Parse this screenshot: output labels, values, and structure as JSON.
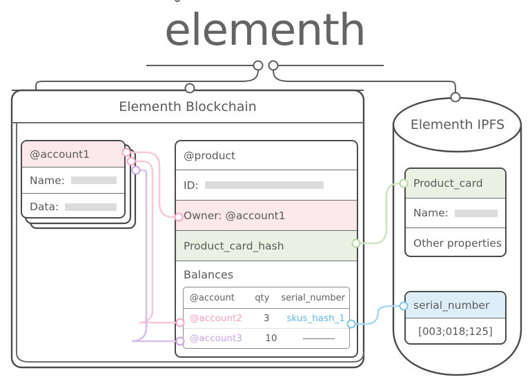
{
  "logo": {
    "text_before": "",
    "letter_e": "e",
    "text_after": "lementh",
    "full": "elementh",
    "dot_icon": "dot-above-e"
  },
  "blockchain": {
    "title": "Elementh Blockchain",
    "account_card": {
      "header": "@account1",
      "rows": [
        {
          "label": "Name:",
          "value_bar_width": 80
        },
        {
          "label": "Data:",
          "value_bar_width": 80
        }
      ],
      "stack_count": 3
    },
    "product_card": {
      "header": "@product",
      "id_label": "ID:",
      "id_bar_width": 172,
      "owner": "Owner: @account1",
      "hash": "Product_card_hash",
      "balances_label": "Balances",
      "balances_table": {
        "columns": [
          "@account",
          "qty",
          "serial_number"
        ],
        "rows": [
          {
            "account": "@account2",
            "qty": "3",
            "serial_number": "skus_hash_1"
          },
          {
            "account": "@account3",
            "qty": "10",
            "serial_number": "—"
          }
        ]
      }
    }
  },
  "ipfs": {
    "title": "Elementh IPFS",
    "product_card": {
      "header": "Product_card",
      "rows": [
        {
          "label": "Name:",
          "value_bar_width": 64
        },
        {
          "label": "Other properties",
          "value_bar_width": 0
        }
      ]
    },
    "serial_card": {
      "header": "serial_number",
      "value": "[003;018;125]"
    }
  },
  "colors": {
    "stroke": "#4a4a4a",
    "text": "#5a5a5a",
    "pink_fill": "#fae8ea",
    "green_fill": "#eaf1e3",
    "blue_fill": "#ddeef8",
    "wire_pink": "#f6c9d8",
    "wire_violet": "#d9bdea",
    "wire_blue": "#a9d9f2",
    "wire_green": "#cfe3c1",
    "wire_gray": "#5a5a5a",
    "placeholder_bar": "#dcdcdc"
  }
}
